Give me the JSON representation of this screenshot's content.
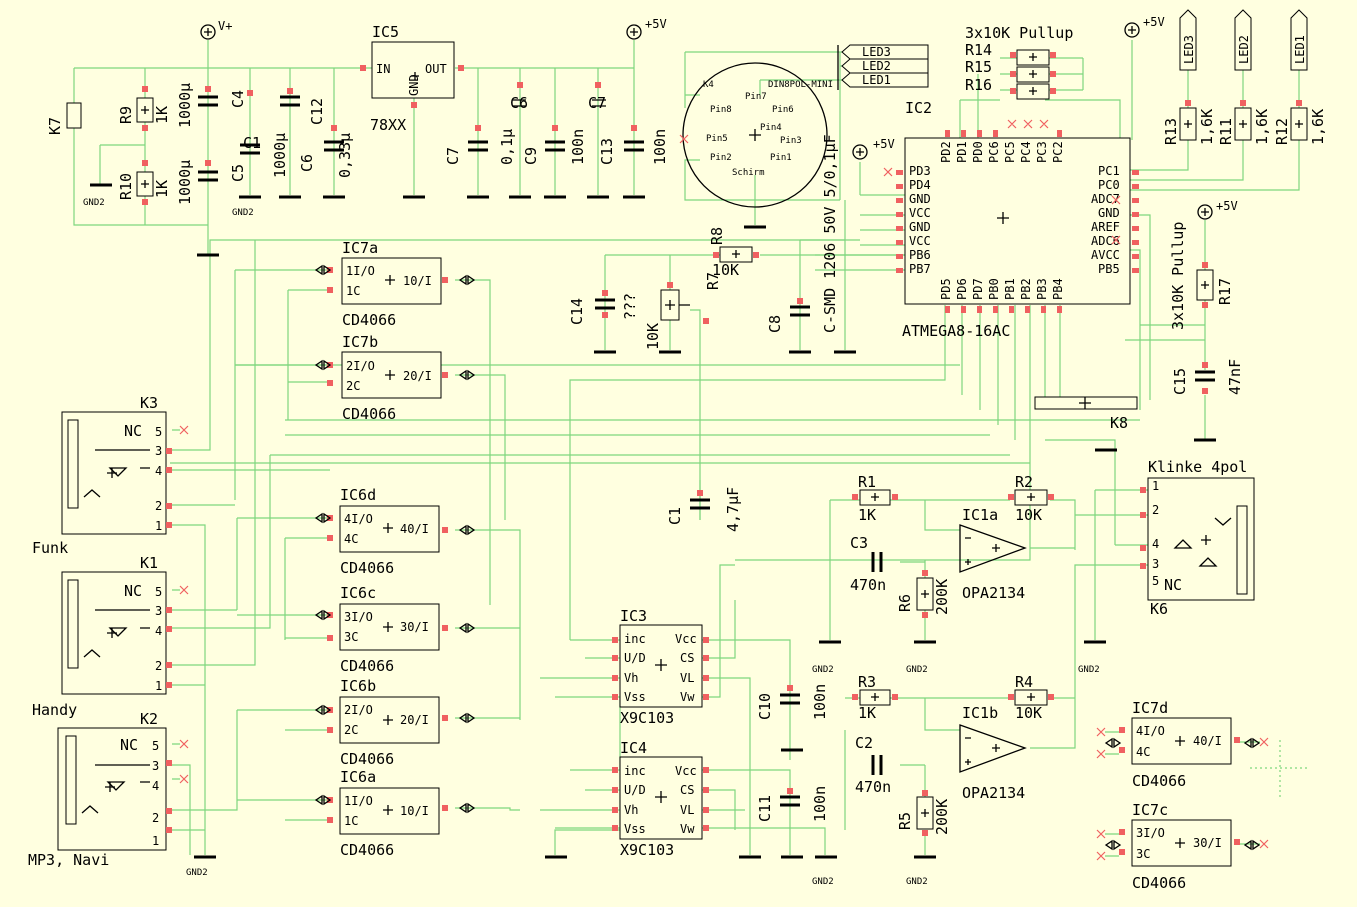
{
  "colors": {
    "background": "#ffffe0",
    "wire": "#7ed67e",
    "pad": "#f06060",
    "symbol": "#000000"
  },
  "power": {
    "vplus": "V+",
    "p5v": "+5V",
    "gnd2": "GND2"
  },
  "regulator": {
    "name": "IC5",
    "part": "78XX",
    "in": "IN",
    "out": "OUT",
    "gnd": "GND"
  },
  "mcu": {
    "name": "IC2",
    "part": "ATMEGA8-16AC",
    "pins_left": [
      "PD3",
      "PD4",
      "GND",
      "VCC",
      "GND",
      "VCC",
      "PB6",
      "PB7"
    ],
    "pins_top": [
      "PD2",
      "PD1",
      "PD0",
      "PC6",
      "PC5",
      "PC4",
      "PC3",
      "PC2"
    ],
    "pins_right": [
      "PC1",
      "PC0",
      "ADC7",
      "GND",
      "AREF",
      "ADC6",
      "AVCC",
      "PB5"
    ],
    "pins_bottom": [
      "PD5",
      "PD6",
      "PD7",
      "PB0",
      "PB1",
      "PB2",
      "PB3",
      "PB4"
    ]
  },
  "din": {
    "ref": "K4",
    "part": "DIN8POL-MINI",
    "shield": "Schirm",
    "pins": [
      "Pin1",
      "Pin2",
      "Pin3",
      "Pin4",
      "Pin5",
      "Pin6",
      "Pin7",
      "Pin8"
    ]
  },
  "leds": {
    "flags": [
      "LED3",
      "LED2",
      "LED1"
    ],
    "refs": [
      "R13",
      "R11",
      "R12"
    ],
    "value": "1,6K"
  },
  "pullup_top": {
    "title": "3x10K Pullup",
    "refs": [
      "R14",
      "R15",
      "R16"
    ]
  },
  "pullup_right": {
    "title": "3x10K Pullup",
    "ref": "R17"
  },
  "c15": {
    "ref": "C15",
    "value": "47nF"
  },
  "k8": {
    "ref": "K8"
  },
  "supply_parts": {
    "k7": "K7",
    "r9": "R9",
    "r9v": "1K",
    "r10": "R10",
    "r10v": "1K",
    "c4": "C4",
    "c4v": "1000µ",
    "c5": "C5",
    "c5v": "1000µ",
    "c1": "C1",
    "c1v": "1000µ",
    "c12": "C12",
    "c6": "C6",
    "c6v": "0,33µ",
    "c7": "C7",
    "c7v": "0,1µ",
    "c9": "C9",
    "c9v": "100n",
    "c13": "C13",
    "c13v": "100n",
    "c6b": "C6",
    "c7b": "C7",
    "c8": "C8",
    "c8v": "C-SMD 1206 50V 5/0,1µF"
  },
  "analog_parts": {
    "r8": "R8",
    "r7": "R7",
    "r8v": "10K",
    "r7v": "10K",
    "c14": "C14",
    "c14v": "???",
    "c1": "C1",
    "c1v": "4,7µF",
    "r1": "R1",
    "r1v": "1K",
    "r2": "R2",
    "r2v": "10K",
    "r3": "R3",
    "r3v": "1K",
    "r4": "R4",
    "r4v": "10K",
    "c3": "C3",
    "c3v": "470n",
    "c2": "C2",
    "c2v": "470n",
    "r6": "R6",
    "r6v": "200K",
    "r5": "R5",
    "r5v": "200K",
    "op1": "IC1a",
    "op2": "IC1b",
    "oppart": "OPA2134",
    "c10": "C10",
    "c10v": "100n",
    "c11": "C11",
    "c11v": "100n"
  },
  "digipots": [
    {
      "name": "IC3",
      "part": "X9C103",
      "pins": [
        "inc",
        "U/D",
        "Vh",
        "Vss",
        "Vcc",
        "CS",
        "VL",
        "Vw"
      ]
    },
    {
      "name": "IC4",
      "part": "X9C103",
      "pins": [
        "inc",
        "U/D",
        "Vh",
        "Vss",
        "Vcc",
        "CS",
        "VL",
        "Vw"
      ]
    }
  ],
  "switches": [
    {
      "name": "IC7a",
      "part": "CD4066",
      "io": "1I/O",
      "ctrl": "1C",
      "oi": "10/I"
    },
    {
      "name": "IC7b",
      "part": "CD4066",
      "io": "2I/O",
      "ctrl": "2C",
      "oi": "20/I"
    },
    {
      "name": "IC6d",
      "part": "CD4066",
      "io": "4I/O",
      "ctrl": "4C",
      "oi": "40/I"
    },
    {
      "name": "IC6c",
      "part": "CD4066",
      "io": "3I/O",
      "ctrl": "3C",
      "oi": "30/I"
    },
    {
      "name": "IC6b",
      "part": "CD4066",
      "io": "2I/O",
      "ctrl": "2C",
      "oi": "20/I"
    },
    {
      "name": "IC6a",
      "part": "CD4066",
      "io": "1I/O",
      "ctrl": "1C",
      "oi": "10/I"
    },
    {
      "name": "IC7d",
      "part": "CD4066",
      "io": "4I/O",
      "ctrl": "4C",
      "oi": "40/I"
    },
    {
      "name": "IC7c",
      "part": "CD4066",
      "io": "3I/O",
      "ctrl": "3C",
      "oi": "30/I"
    }
  ],
  "jacks": [
    {
      "ref": "K3",
      "caption": "Funk",
      "nc": "NC",
      "pins": [
        "5",
        "3",
        "4",
        "2",
        "1"
      ]
    },
    {
      "ref": "K1",
      "caption": "Handy",
      "nc": "NC",
      "pins": [
        "5",
        "3",
        "4",
        "2",
        "1"
      ]
    },
    {
      "ref": "K2",
      "caption": "MP3, Navi",
      "nc": "NC",
      "pins": [
        "5",
        "3",
        "4",
        "2",
        "1"
      ]
    }
  ],
  "klinke": {
    "title": "Klinke 4pol",
    "ref": "K6",
    "nc": "NC",
    "pins": [
      "1",
      "2",
      "4",
      "3",
      "5"
    ]
  }
}
